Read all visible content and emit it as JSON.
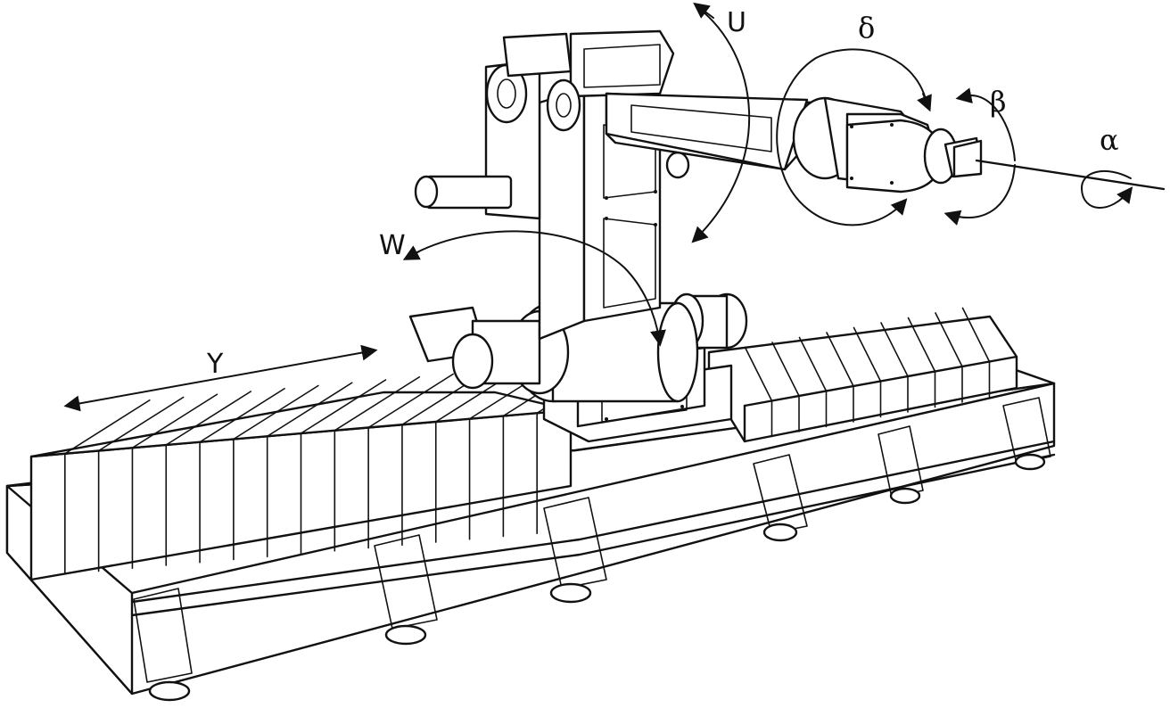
{
  "labels": {
    "u": "U",
    "delta": "δ",
    "beta": "β",
    "alpha": "α",
    "w": "W",
    "y": "Y"
  },
  "colors": {
    "ink": "#111111",
    "paper": "#ffffff"
  }
}
